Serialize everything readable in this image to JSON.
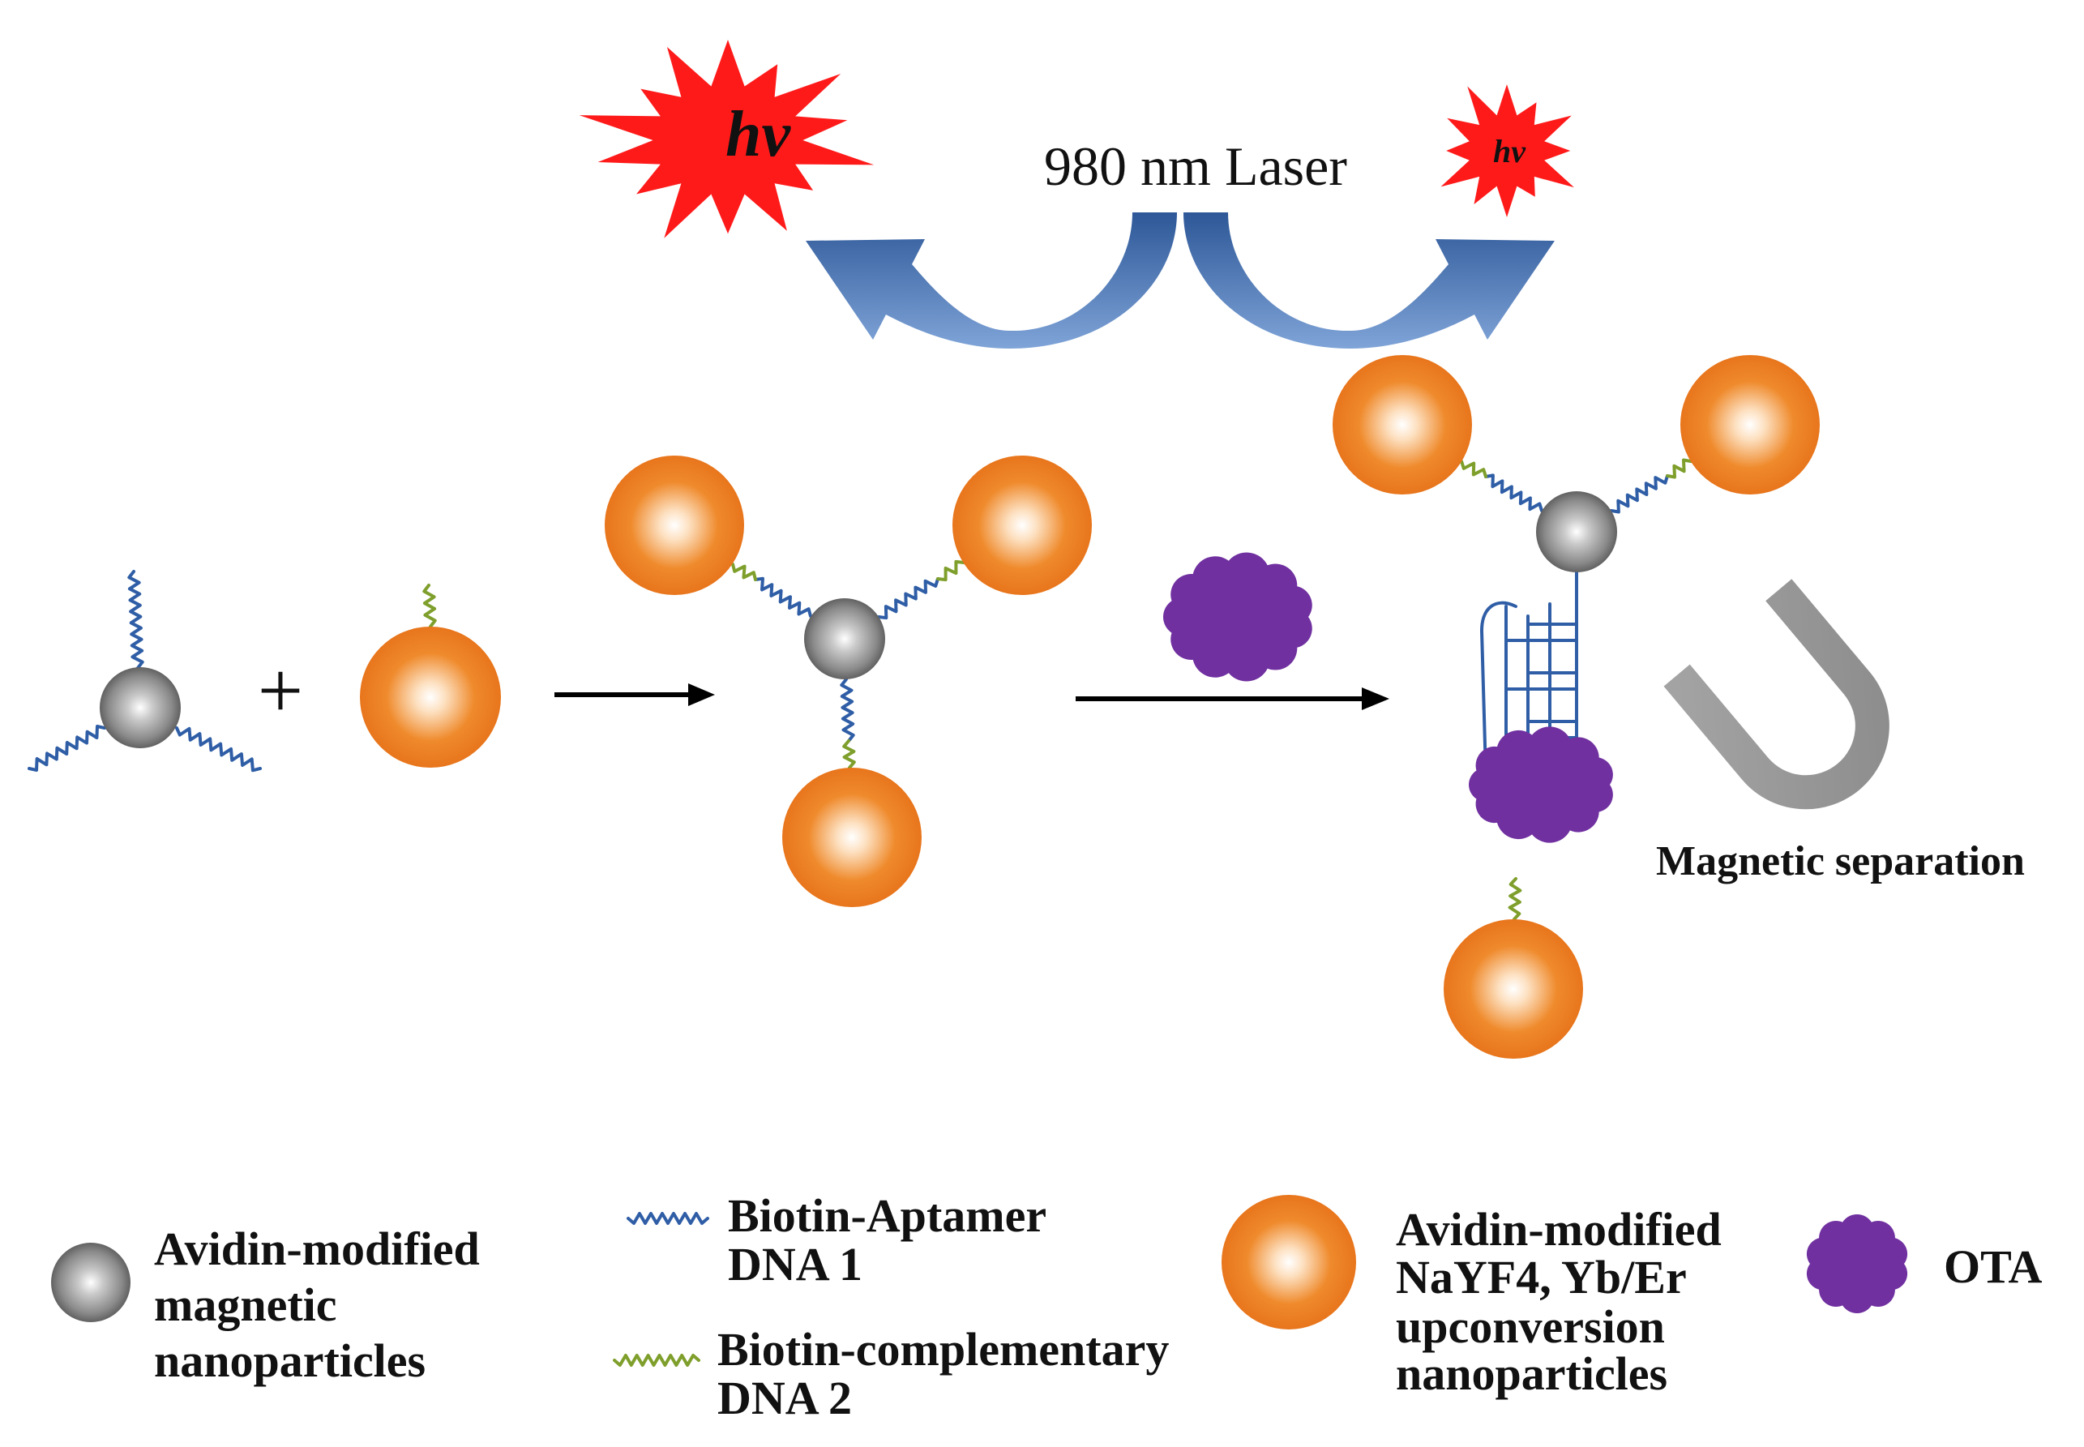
{
  "photon_labels": {
    "large": "hv",
    "small": "hv"
  },
  "laser": {
    "label": "980 nm Laser"
  },
  "operators": {
    "plus": "+"
  },
  "magnet": {
    "label": "Magnetic separation"
  },
  "legend": {
    "magnetic_nanoparticles": [
      "Avidin-modified",
      "magnetic",
      "nanoparticles"
    ],
    "aptamer_dna": [
      "Biotin-Aptamer",
      "DNA 1"
    ],
    "complementary_dna": [
      "Biotin-complementary",
      "DNA 2"
    ],
    "upconversion_nanoparticles": [
      "Avidin-modified",
      "NaYF4, Yb/Er",
      "upconversion",
      "nanoparticles"
    ],
    "ota": "OTA"
  },
  "colors": {
    "magnetic_particle": "#8a8a8a",
    "upconversion_particle": "#ef8a2c",
    "aptamer_strand": "#2f5ea6",
    "complementary_strand": "#7f9f2c",
    "ota": "#7030a0",
    "photon_burst": "#ff1a1a",
    "curved_arrow": "#7fa4d8",
    "magnet": "#8c8c8c"
  }
}
